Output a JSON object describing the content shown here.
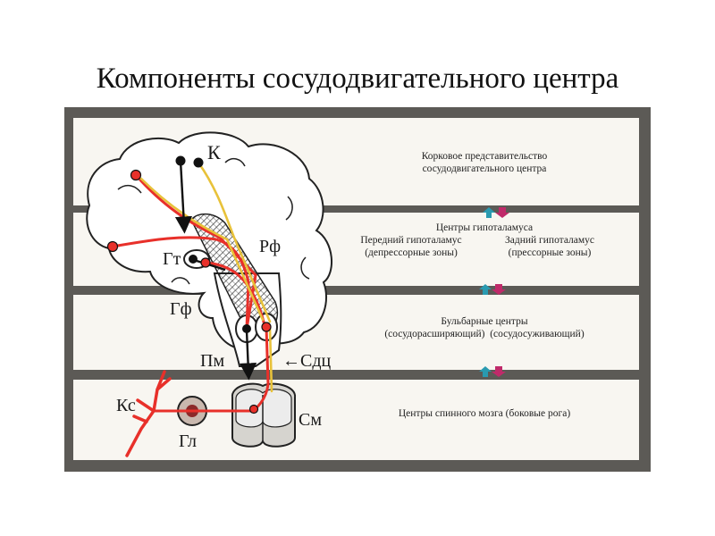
{
  "title": "Компоненты сосудодвигательного центра",
  "levels": {
    "cortex": {
      "line1": "Корковое представительство",
      "line2": "сосудодвигательного центра"
    },
    "hypothalamus": {
      "title": "Центры гипоталамуса",
      "anterior": "Передний гипоталамус",
      "anterior_note": "(депрессорные зоны)",
      "posterior": "Задний гипоталамус",
      "posterior_note": "(прессорные зоны)"
    },
    "bulbar": {
      "title": "Бульбарные центры",
      "line2": "(сосудорасширяющий)  (сосудосуживающий)"
    },
    "spinal": {
      "title": "Центры спинного мозга (боковые рога)"
    }
  },
  "labels": {
    "k": "К",
    "gt": "Гт",
    "rf": "Рф",
    "gf": "Гф",
    "pm": "Пм",
    "sdc": "←Сдц",
    "ks": "Кс",
    "gl": "Гл",
    "sm": "См"
  },
  "colors": {
    "frame": "#5c5a56",
    "band": "#f8f6f1",
    "depressor_path": "#e8302a",
    "pressor_path": "#e8c23a",
    "arrow_up": "#2a9ab0",
    "arrow_down": "#c02a6a"
  }
}
